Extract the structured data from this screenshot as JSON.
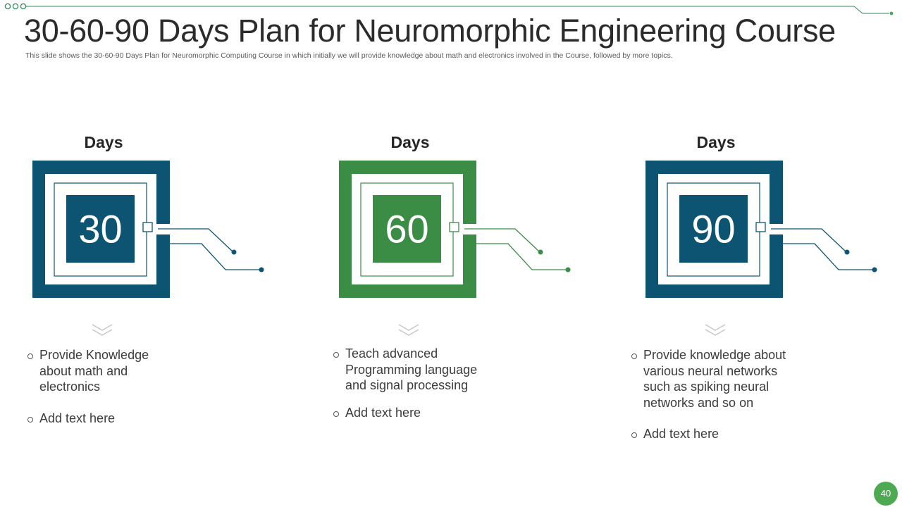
{
  "slide": {
    "title": "30-60-90 Days Plan for Neuromorphic Engineering Course",
    "subtitle": "This slide shows the 30-60-90 Days Plan for Neuromorphic Computing Course in which initially we will provide knowledge about math and electronics involved in the Course, followed by more topics.",
    "page_number": "40"
  },
  "colors": {
    "teal": "#0d5472",
    "green": "#3b8c45",
    "accent_line": "#2e8a5a",
    "page_badge": "#4ea953"
  },
  "columns": [
    {
      "heading": "Days",
      "number": "30",
      "color": "#0d5472",
      "bullets": [
        "Provide Knowledge about math and electronics",
        "Add text here"
      ]
    },
    {
      "heading": "Days",
      "number": "60",
      "color": "#3b8c45",
      "bullets": [
        "Teach advanced Programming language and  signal processing",
        "Add text here"
      ]
    },
    {
      "heading": "Days",
      "number": "90",
      "color": "#0d5472",
      "bullets": [
        "Provide knowledge about various neural networks such as spiking neural networks and so on",
        "Add text here"
      ]
    }
  ]
}
